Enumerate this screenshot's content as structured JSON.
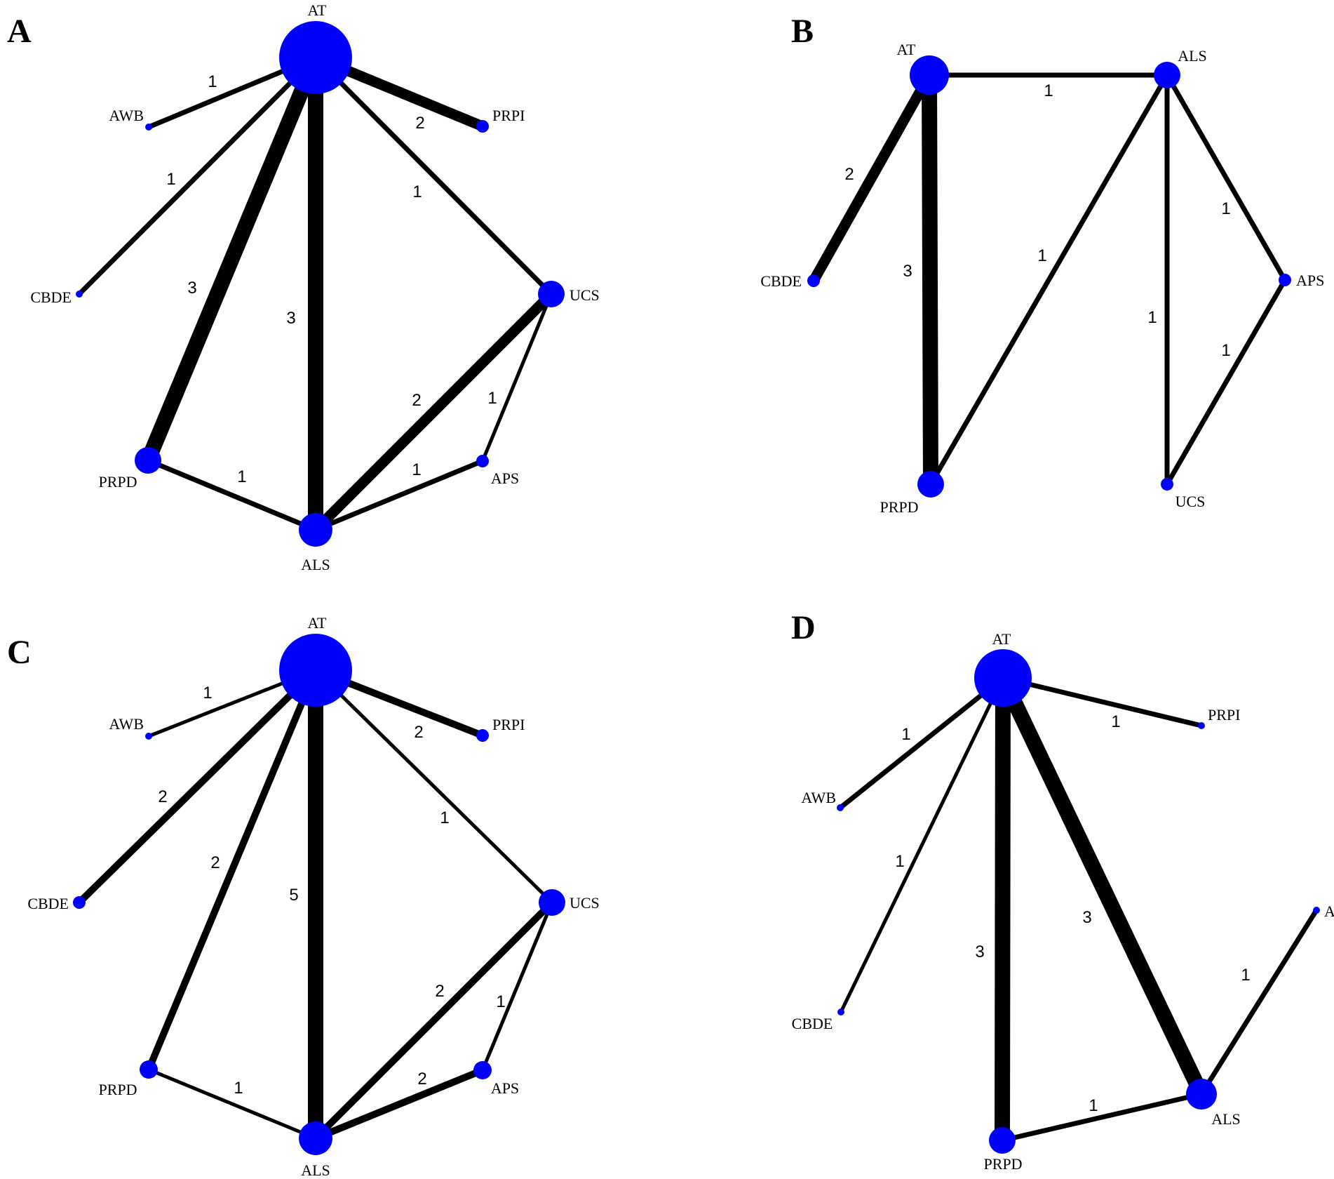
{
  "colors": {
    "node": "#0000ff",
    "edge": "#000000",
    "text": "#000000",
    "background": "#ffffff"
  },
  "panels": [
    {
      "letter": "A",
      "nodes": [
        {
          "id": "AT",
          "label": "AT"
        },
        {
          "id": "AWB",
          "label": "AWB"
        },
        {
          "id": "PRPI",
          "label": "PRPI"
        },
        {
          "id": "CBDE",
          "label": "CBDE"
        },
        {
          "id": "UCS",
          "label": "UCS"
        },
        {
          "id": "PRPD",
          "label": "PRPD"
        },
        {
          "id": "APS",
          "label": "APS"
        },
        {
          "id": "ALS",
          "label": "ALS"
        }
      ],
      "edges": [
        {
          "from": "AT",
          "to": "AWB",
          "label": "1"
        },
        {
          "from": "AT",
          "to": "PRPI",
          "label": "2"
        },
        {
          "from": "AT",
          "to": "CBDE",
          "label": "1"
        },
        {
          "from": "AT",
          "to": "UCS",
          "label": "1"
        },
        {
          "from": "AT",
          "to": "PRPD",
          "label": "3"
        },
        {
          "from": "AT",
          "to": "ALS",
          "label": "3"
        },
        {
          "from": "UCS",
          "to": "ALS",
          "label": "2"
        },
        {
          "from": "UCS",
          "to": "APS",
          "label": "1"
        },
        {
          "from": "APS",
          "to": "ALS",
          "label": "1"
        },
        {
          "from": "PRPD",
          "to": "ALS",
          "label": "1"
        }
      ]
    },
    {
      "letter": "B",
      "nodes": [
        {
          "id": "AT",
          "label": "AT"
        },
        {
          "id": "ALS",
          "label": "ALS"
        },
        {
          "id": "CBDE",
          "label": "CBDE"
        },
        {
          "id": "APS",
          "label": "APS"
        },
        {
          "id": "PRPD",
          "label": "PRPD"
        },
        {
          "id": "UCS",
          "label": "UCS"
        }
      ],
      "edges": [
        {
          "from": "AT",
          "to": "ALS",
          "label": "1"
        },
        {
          "from": "AT",
          "to": "CBDE",
          "label": "2"
        },
        {
          "from": "AT",
          "to": "PRPD",
          "label": "3"
        },
        {
          "from": "ALS",
          "to": "PRPD",
          "label": "1"
        },
        {
          "from": "ALS",
          "to": "APS",
          "label": "1"
        },
        {
          "from": "ALS",
          "to": "UCS",
          "label": "1"
        },
        {
          "from": "APS",
          "to": "UCS",
          "label": "1"
        }
      ]
    },
    {
      "letter": "C",
      "nodes": [
        {
          "id": "AT",
          "label": "AT"
        },
        {
          "id": "AWB",
          "label": "AWB"
        },
        {
          "id": "PRPI",
          "label": "PRPI"
        },
        {
          "id": "CBDE",
          "label": "CBDE"
        },
        {
          "id": "UCS",
          "label": "UCS"
        },
        {
          "id": "PRPD",
          "label": "PRPD"
        },
        {
          "id": "APS",
          "label": "APS"
        },
        {
          "id": "ALS",
          "label": "ALS"
        }
      ],
      "edges": [
        {
          "from": "AT",
          "to": "AWB",
          "label": "1"
        },
        {
          "from": "AT",
          "to": "PRPI",
          "label": "2"
        },
        {
          "from": "AT",
          "to": "CBDE",
          "label": "2"
        },
        {
          "from": "AT",
          "to": "UCS",
          "label": "1"
        },
        {
          "from": "AT",
          "to": "PRPD",
          "label": "2"
        },
        {
          "from": "AT",
          "to": "ALS",
          "label": "5"
        },
        {
          "from": "UCS",
          "to": "ALS",
          "label": "2"
        },
        {
          "from": "UCS",
          "to": "APS",
          "label": "1"
        },
        {
          "from": "APS",
          "to": "ALS",
          "label": "2"
        },
        {
          "from": "PRPD",
          "to": "ALS",
          "label": "1"
        }
      ]
    },
    {
      "letter": "D",
      "nodes": [
        {
          "id": "AT",
          "label": "AT"
        },
        {
          "id": "PRPI",
          "label": "PRPI"
        },
        {
          "id": "AWB",
          "label": "AWB"
        },
        {
          "id": "CBDE",
          "label": "CBDE"
        },
        {
          "id": "APS",
          "label": "APS"
        },
        {
          "id": "ALS",
          "label": "ALS"
        },
        {
          "id": "PRPD",
          "label": "PRPD"
        }
      ],
      "edges": [
        {
          "from": "AT",
          "to": "PRPI",
          "label": "1"
        },
        {
          "from": "AT",
          "to": "AWB",
          "label": "1"
        },
        {
          "from": "AT",
          "to": "CBDE",
          "label": "1"
        },
        {
          "from": "AT",
          "to": "PRPD",
          "label": "3"
        },
        {
          "from": "AT",
          "to": "ALS",
          "label": "3"
        },
        {
          "from": "ALS",
          "to": "APS",
          "label": "1"
        },
        {
          "from": "ALS",
          "to": "PRPD",
          "label": "1"
        }
      ]
    }
  ]
}
